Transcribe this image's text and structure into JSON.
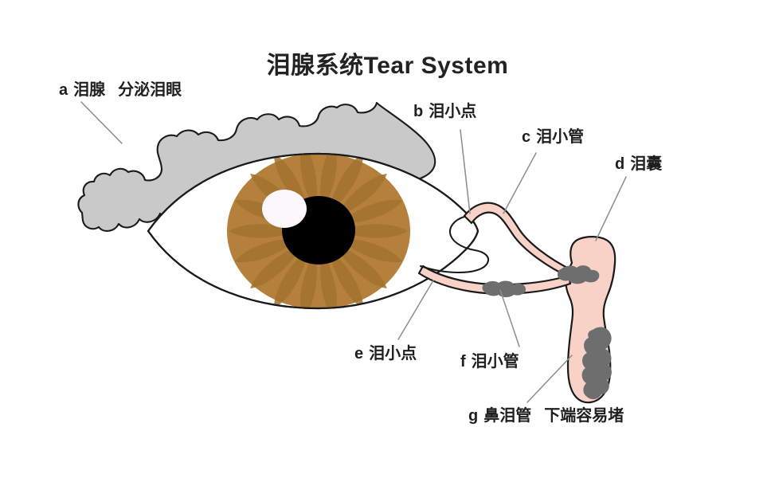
{
  "title": "泪腺系统Tear System",
  "annotations": [
    {
      "key": "a",
      "term": "泪腺",
      "note": "分泌泪眼"
    },
    {
      "key": "b",
      "term": "泪小点",
      "note": ""
    },
    {
      "key": "c",
      "term": "泪小管",
      "note": ""
    },
    {
      "key": "d",
      "term": "泪囊",
      "note": ""
    },
    {
      "key": "e",
      "term": "泪小点",
      "note": ""
    },
    {
      "key": "f",
      "term": "泪小管",
      "note": ""
    },
    {
      "key": "g",
      "term": "鼻泪管",
      "note": "下端容易堵"
    }
  ],
  "colors": {
    "background": "#ffffff",
    "title_text": "#222222",
    "label_text": "#1f1f1f",
    "leader_line": "#8c8c8c",
    "gland_fill": "#c9c9c9",
    "gland_stroke": "#1a1a1a",
    "duct_fill": "#f8d2c6",
    "duct_stroke": "#1a1a1a",
    "blockage_fill": "#6e6e6e",
    "iris_fill": "#b5803c",
    "iris_spoke": "#a3732f",
    "pupil_fill": "#000000",
    "highlight_fill": "#fbf7fb",
    "sclera_fill": "#ffffff",
    "eye_outline": "#1a1a1a"
  },
  "parts": {
    "lacrimal_gland": "泪腺",
    "upper_punctum": "泪小点",
    "upper_canaliculus": "泪小管",
    "lacrimal_sac": "泪囊",
    "lower_punctum": "泪小点",
    "lower_canaliculus": "泪小管",
    "nasolacrimal_duct": "鼻泪管"
  }
}
